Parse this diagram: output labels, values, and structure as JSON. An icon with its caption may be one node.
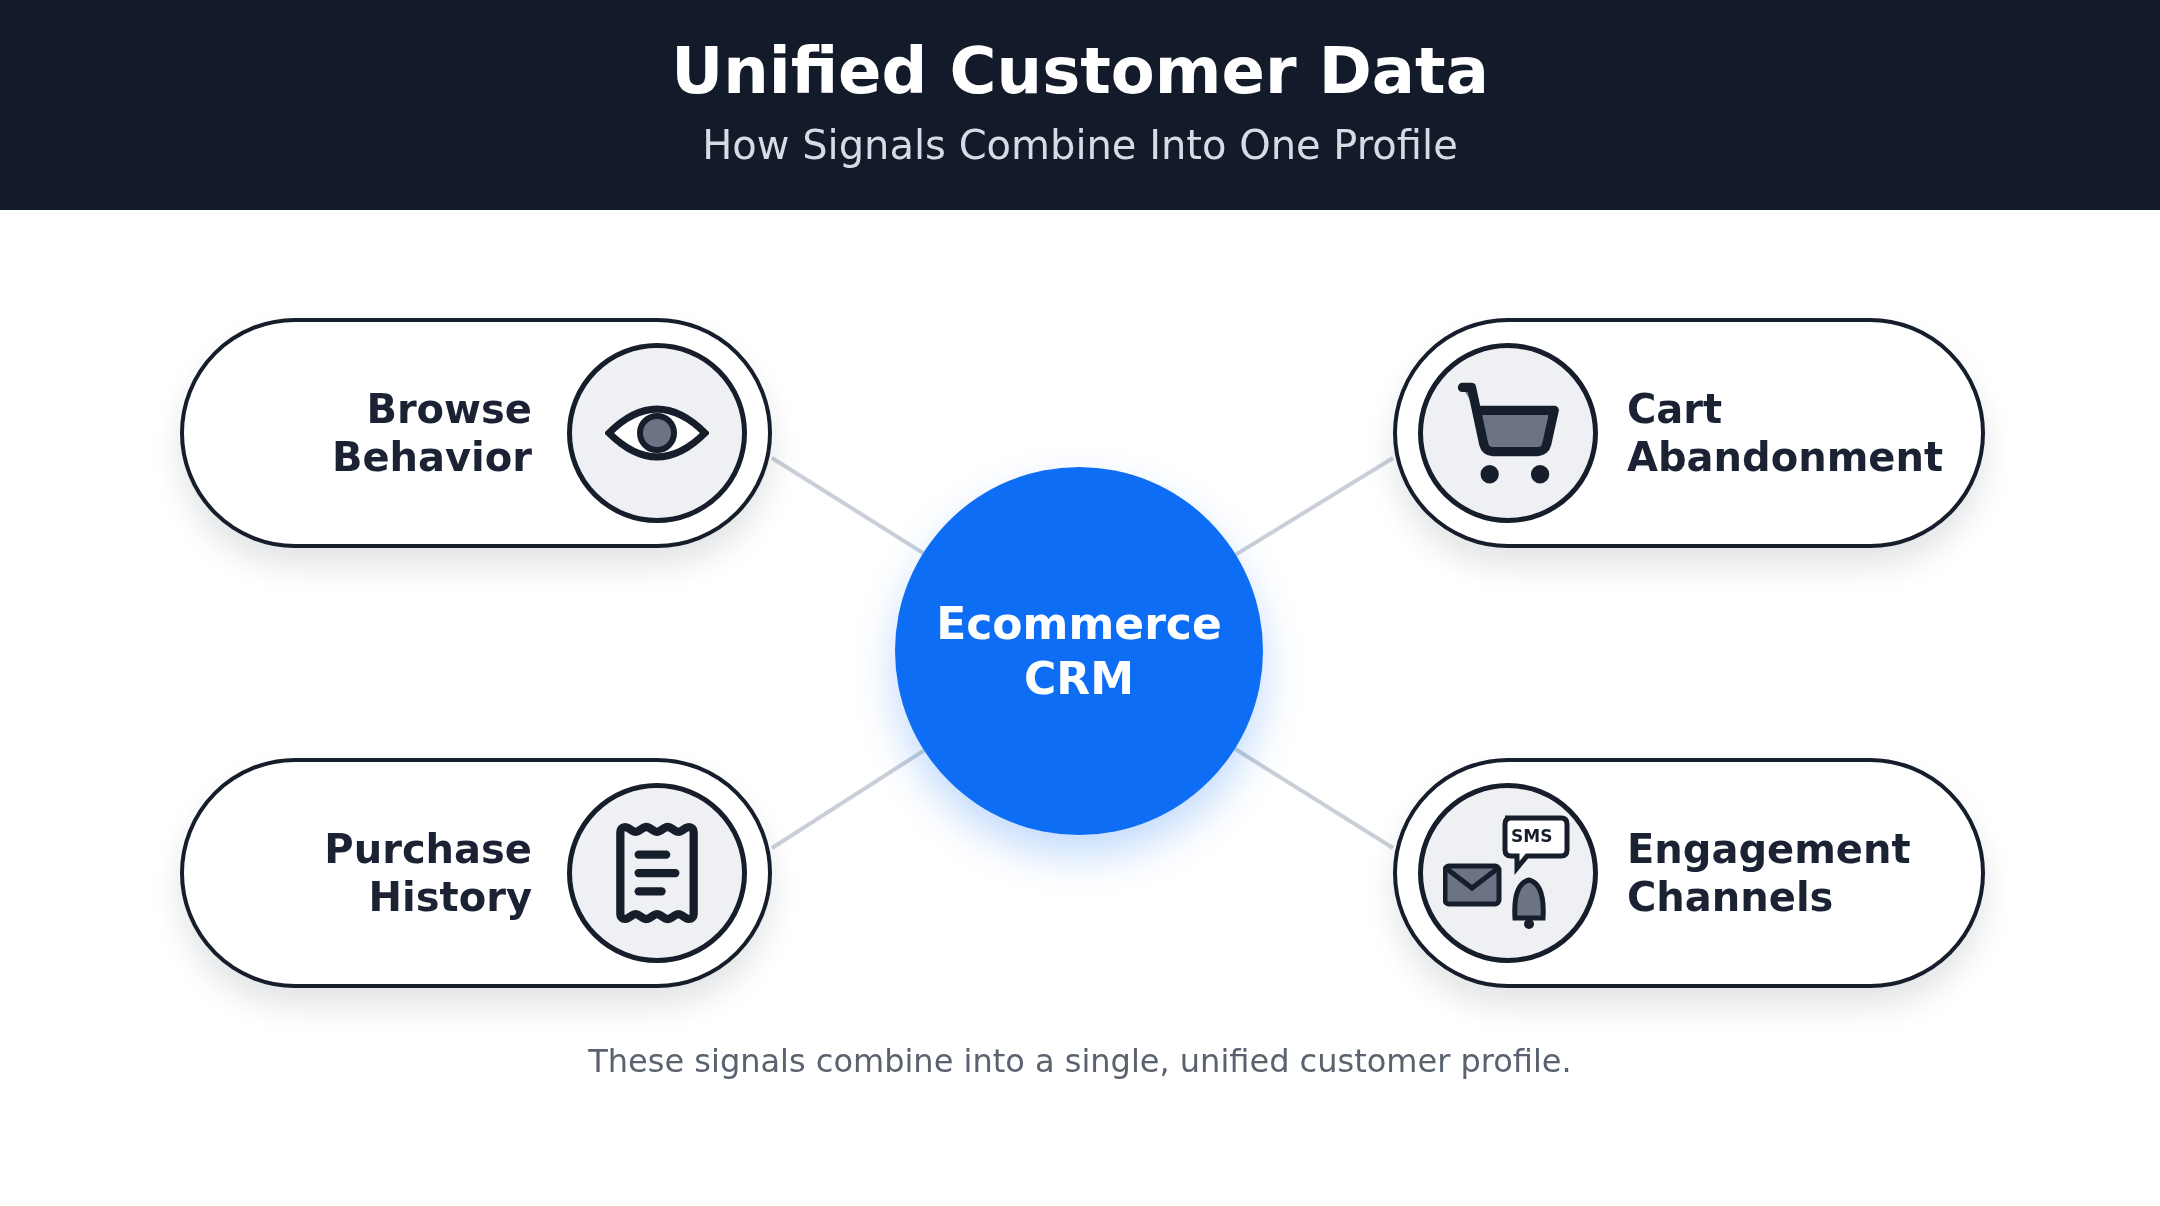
{
  "diagram": {
    "title": "Unified Customer Data",
    "caption": "These signals combine into a single, unified customer profile.",
    "nodes": [
      {
        "text": [
          "Browse Behavior"
        ]
      },
      {
        "text": [
          "Cart Abandonment"
        ]
      },
      {
        "text": [
          "Ecommerce CRM"
        ]
      },
      {
        "text": [
          "Purchase History"
        ]
      },
      {
        "text": [
          "Engagement Channels"
        ]
      }
    ],
    "edges": [
      {
        "from": 0,
        "to": 2,
        "arrow": "none"
      },
      {
        "from": 1,
        "to": 2,
        "arrow": "none"
      },
      {
        "from": 3,
        "to": 2,
        "arrow": "none"
      },
      {
        "from": 4,
        "to": 2,
        "arrow": "none"
      }
    ],
    "labels": [
      "How Signals Combine Into One Profile",
      "SMS"
    ]
  }
}
